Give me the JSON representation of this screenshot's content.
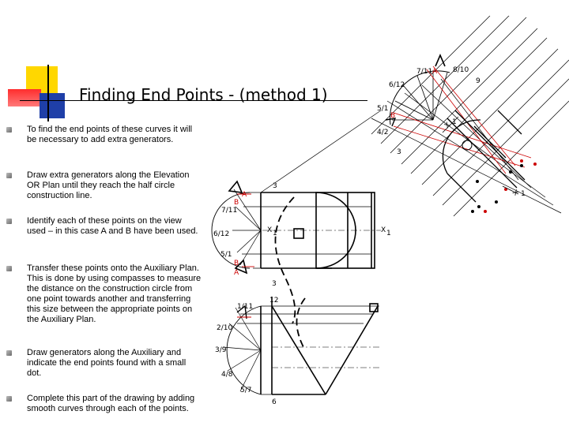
{
  "slide": {
    "title": "Finding End Points - (method 1)",
    "bullets": [
      "To find the end points of these curves it will be necessary to add extra generators.",
      "Draw extra generators along the Elevation OR Plan until they reach the half circle construction line.",
      "Identify each of these points on the view used – in this case A and B have been used.",
      "Transfer these points onto the Auxiliary Plan. This is done by using compasses to measure the distance on the construction circle from one point towards another and transferring this size between the appropriate points on the Auxiliary Plan.",
      "Draw generators along the Auxiliary and indicate the end points found with a small dot.",
      "Complete this part of the drawing by adding smooth curves through each of the points."
    ]
  },
  "colors": {
    "deco_yellow": "#ffd700",
    "deco_red": "#ff3333",
    "deco_blue": "#1f3fa8",
    "construction_red": "#cc0000",
    "line": "#000000"
  },
  "drawing": {
    "aux_labels": {
      "l711": "7/11",
      "l810": "8/10",
      "l9": "9",
      "l612": "6/12",
      "l51": "5/1",
      "l42": "4/2",
      "l3": "3",
      "x1": "X",
      "x1b": "1",
      "a": "A",
      "b": "B"
    },
    "elev_labels": {
      "top3": "3",
      "l711": "7/11",
      "b1": "B",
      "a1": "A",
      "x": "X",
      "x1": "1",
      "l612": "6/12",
      "l51": "5/1",
      "b2": "B",
      "a2": "A",
      "mid3": "3"
    },
    "plan_labels": {
      "l12": "12",
      "l111": "1/11",
      "l210": "2/10",
      "l39": "3/9",
      "l48": "4/8",
      "l57": "5/7",
      "l6": "6"
    }
  }
}
